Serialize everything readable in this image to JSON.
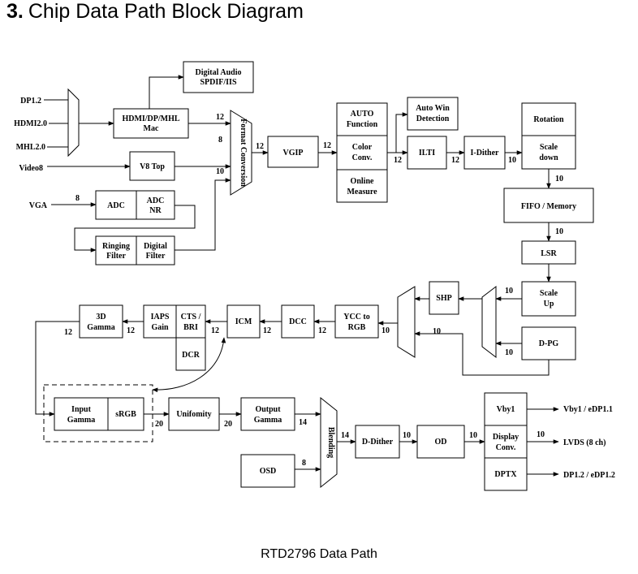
{
  "title": {
    "number": "3.",
    "text": "Chip Data Path Block Diagram"
  },
  "caption": "RTD2796 Data Path",
  "inputs": {
    "dp": "DP1.2",
    "hdmi": "HDMI2.0",
    "mhl": "MHL2.0",
    "video8": "Video8",
    "vga": "VGA"
  },
  "blocks": {
    "digital_audio_l1": "Digital Audio",
    "digital_audio_l2": "SPDIF/IIS",
    "hdmi_mac_l1": "HDMI/DP/MHL",
    "hdmi_mac_l2": "Mac",
    "v8_top": "V8 Top",
    "adc": "ADC",
    "adc_nr_l1": "ADC",
    "adc_nr_l2": "NR",
    "ringing_l1": "Ringing",
    "ringing_l2": "Filter",
    "digital_filter_l1": "Digital",
    "digital_filter_l2": "Filter",
    "format_conversion": "Format Conversion",
    "vgip": "VGIP",
    "auto_func_l1": "AUTO",
    "auto_func_l2": "Function",
    "color_conv_l1": "Color",
    "color_conv_l2": "Conv.",
    "online_l1": "Online",
    "online_l2": "Measure",
    "auto_win_l1": "Auto Win",
    "auto_win_l2": "Detection",
    "ilti": "ILTI",
    "i_dither": "I-Dither",
    "rotation": "Rotation",
    "scale_down_l1": "Scale",
    "scale_down_l2": "down",
    "fifo": "FIFO / Memory",
    "lsr": "LSR",
    "scale_up_l1": "Scale",
    "scale_up_l2": "Up",
    "dpg": "D-PG",
    "shp": "SHP",
    "ycc_l1": "YCC to",
    "ycc_l2": "RGB",
    "dcc": "DCC",
    "icm": "ICM",
    "cts_l1": "CTS /",
    "cts_l2": "BRI",
    "dcr": "DCR",
    "iaps_l1": "IAPS",
    "iaps_l2": "Gain",
    "gamma3d_l1": "3D",
    "gamma3d_l2": "Gamma",
    "input_gamma_l1": "Input",
    "input_gamma_l2": "Gamma",
    "srgb": "sRGB",
    "uniformity": "Unifomity",
    "output_gamma_l1": "Output",
    "output_gamma_l2": "Gamma",
    "osd": "OSD",
    "blending": "Blending",
    "d_dither": "D-Dither",
    "od": "OD",
    "vby1": "Vby1",
    "display_conv_l1": "Display",
    "display_conv_l2": "Conv.",
    "dptx": "DPTX"
  },
  "outputs": {
    "vby1": "Vby1 / eDP1.1",
    "lvds": "LVDS (8 ch)",
    "dp": "DP1.2 / eDP1.2"
  },
  "bus_widths": {
    "mac_to_fc": "12",
    "v8_to_fc": "8",
    "filter_to_fc": "10",
    "vga_adc": "8",
    "fc_to_vgip": "12",
    "vgip_out": "12",
    "cc_to_ilti": "12",
    "ilti_to_idither": "12",
    "idither_out": "10",
    "scaledown_out": "10",
    "fifo_out": "10",
    "scaleup_out": "10",
    "dpg_out": "10",
    "mux_to_ycc": "10",
    "mux_in_lower": "10",
    "ycc_to_dcc": "12",
    "dcc_to_icm": "12",
    "icm_to_cts": "12",
    "cts_to_iaps": "12",
    "iaps_to_3d": "12",
    "srgb_out": "20",
    "unif_out": "20",
    "ogamma_out": "14",
    "osd_out": "8",
    "blend_out": "14",
    "ddither_out": "10",
    "od_out": "10",
    "dc_out": "10"
  }
}
